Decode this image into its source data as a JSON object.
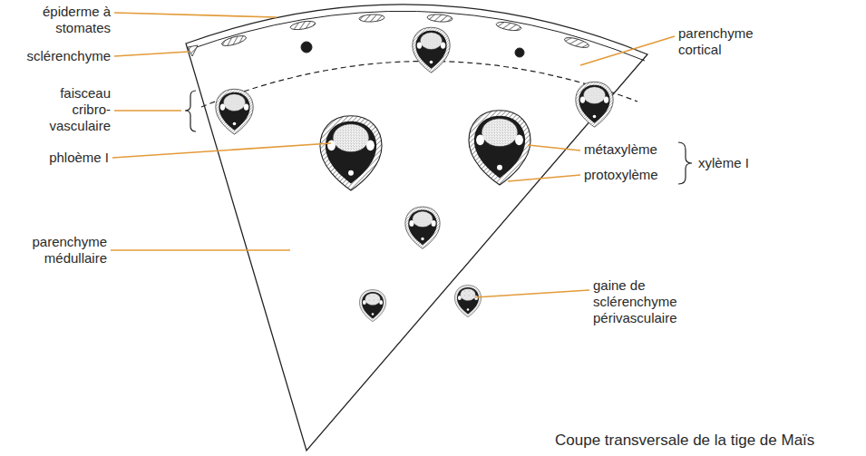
{
  "diagram": {
    "caption": "Coupe transversale de la tige de Maïs",
    "labels": [
      "épiderme à stomates",
      "parenchyme cortical",
      "sclérenchyme",
      "faisceau cribro-vasculaire",
      "phloème I",
      "métaxylème",
      "xylème I",
      "protoxylème",
      "gaine de sclérenchyme périvasculaire",
      "parenchyme médullaire"
    ]
  }
}
